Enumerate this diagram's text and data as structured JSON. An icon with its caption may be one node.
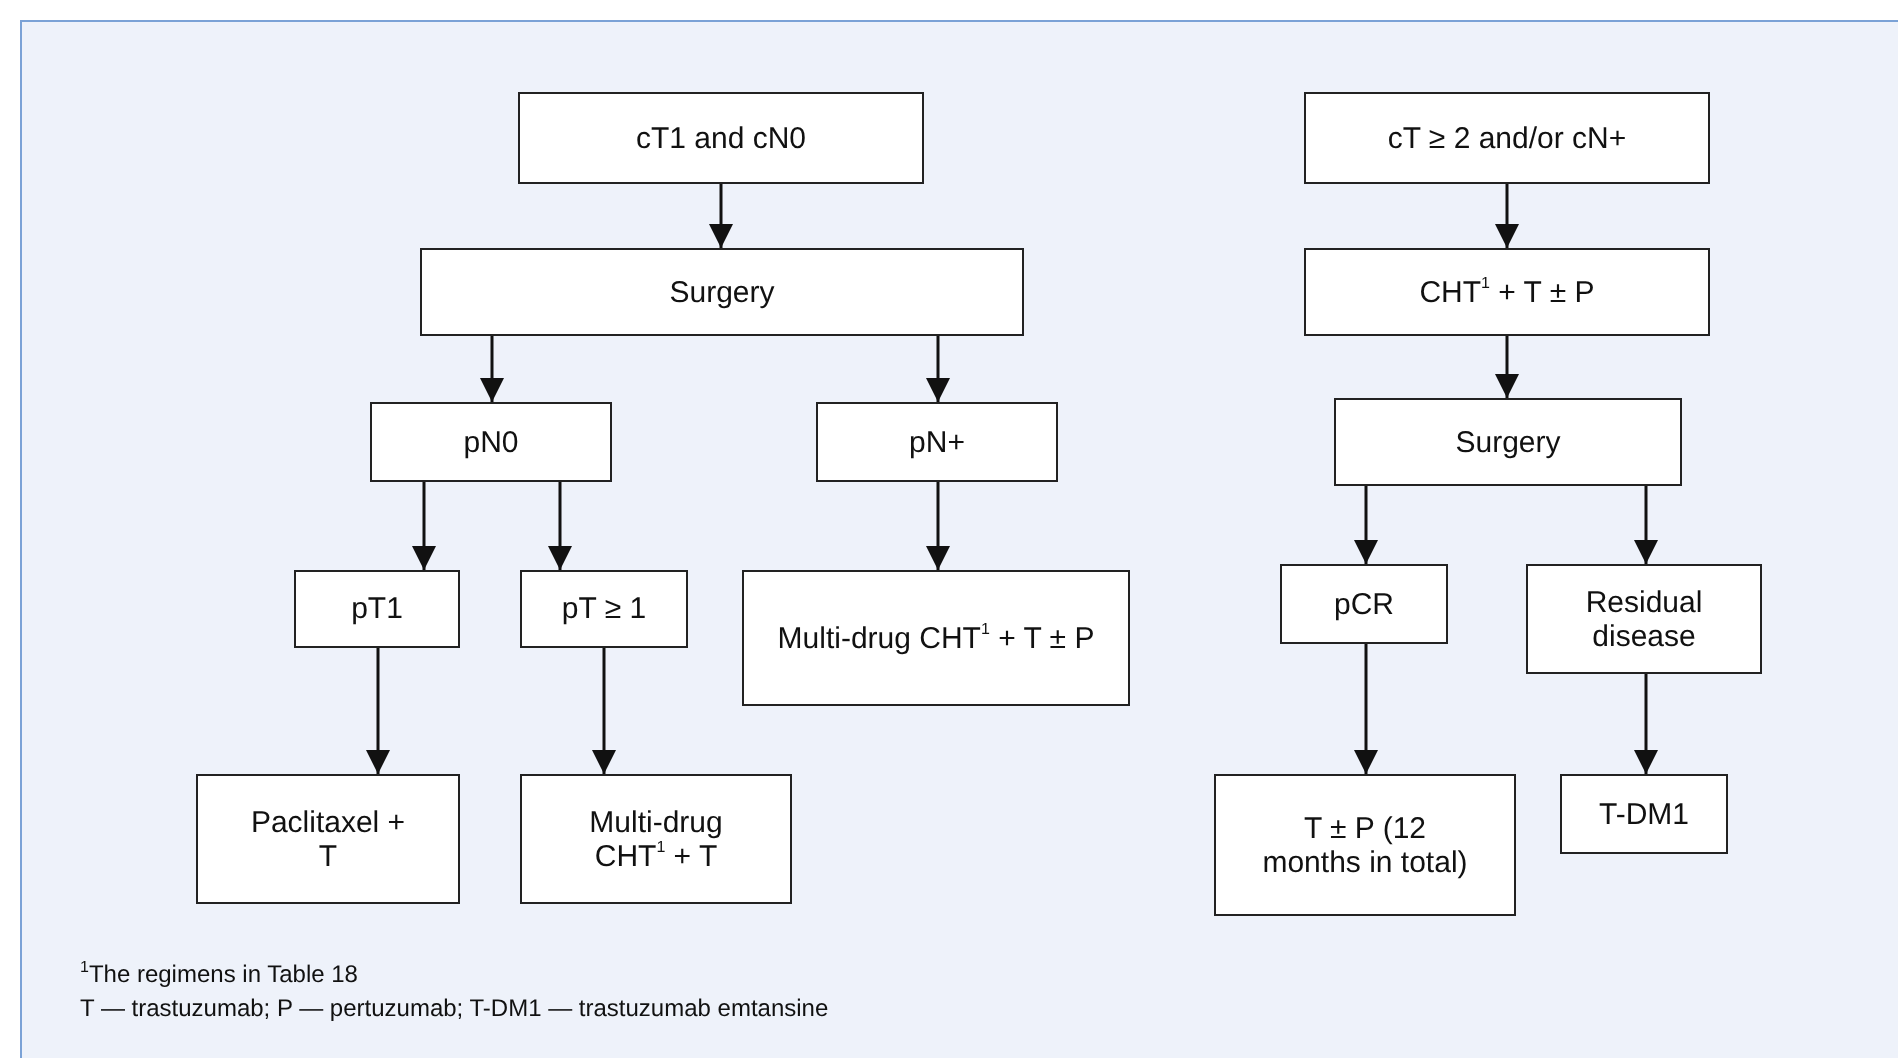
{
  "diagram": {
    "nodes": [
      {
        "text": [
          "cT1 and cN0"
        ]
      },
      {
        "text": [
          "Surgery"
        ]
      },
      {
        "text": [
          "pN0"
        ]
      },
      {
        "text": [
          "pN+"
        ]
      },
      {
        "text": [
          "pT1"
        ]
      },
      {
        "text": [
          "pT ≥ 1"
        ]
      },
      {
        "text": [
          "Multi-drug CHT$^{1}$ + T ± P"
        ]
      },
      {
        "text": [
          "Paclitaxel + T"
        ]
      },
      {
        "text": [
          "Multi-drug CHT$^{1}$ + T"
        ]
      },
      {
        "text": [
          "cT ≥ 2 and/or cN+"
        ]
      },
      {
        "text": [
          "CHT$^{1}$ + T ± P"
        ]
      },
      {
        "text": [
          "Surgery"
        ]
      },
      {
        "text": [
          "pCR"
        ]
      },
      {
        "text": [
          "Residual disease"
        ]
      },
      {
        "text": [
          "T ± P (12 months in total)"
        ]
      },
      {
        "text": [
          "T-DM1"
        ]
      }
    ],
    "edges": [
      {
        "from": 0,
        "to": 1,
        "arrow": "to"
      },
      {
        "from": 1,
        "to": 2,
        "arrow": "to"
      },
      {
        "from": 1,
        "to": 3,
        "arrow": "to"
      },
      {
        "from": 2,
        "to": 4,
        "arrow": "to"
      },
      {
        "from": 2,
        "to": 5,
        "arrow": "to"
      },
      {
        "from": 3,
        "to": 6,
        "arrow": "to"
      },
      {
        "from": 4,
        "to": 7,
        "arrow": "to"
      },
      {
        "from": 5,
        "to": 8,
        "arrow": "to"
      },
      {
        "from": 9,
        "to": 10,
        "arrow": "to"
      },
      {
        "from": 10,
        "to": 11,
        "arrow": "to"
      },
      {
        "from": 11,
        "to": 12,
        "arrow": "to"
      },
      {
        "from": 11,
        "to": 13,
        "arrow": "to"
      },
      {
        "from": 12,
        "to": 14,
        "arrow": "to"
      },
      {
        "from": 13,
        "to": 15,
        "arrow": "to"
      }
    ],
    "labels": [
      "$^{1}$The regimens in Table 18",
      "T — trastuzumab; P — pertuzumab; T-DM1 — trastuzumab emtansine"
    ]
  }
}
